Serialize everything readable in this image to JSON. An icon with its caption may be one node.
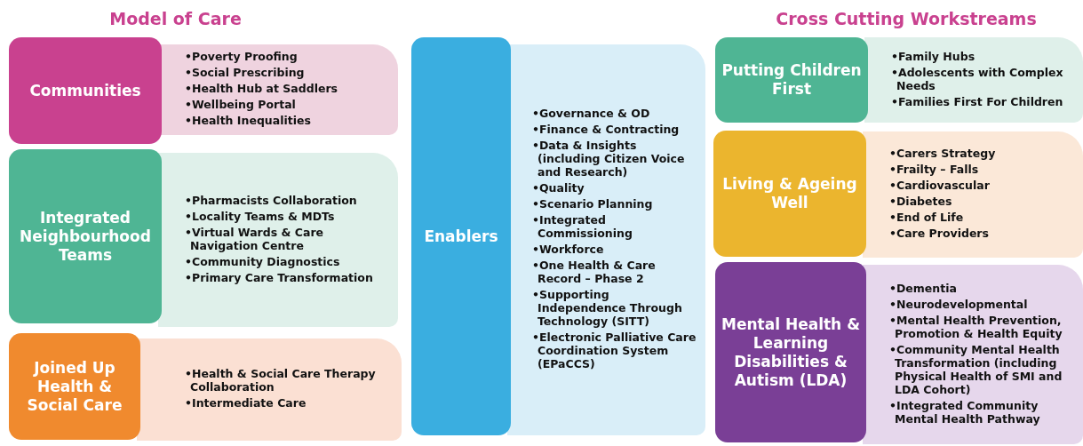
{
  "diagram": {
    "nodes": [
      {
        "text": [
          "Communities"
        ]
      },
      {
        "text": [
          "•Poverty Proofing",
          "•Social Prescribing",
          "•Health Hub at Saddlers",
          "•Wellbeing Portal",
          "•Health Inequalities"
        ]
      },
      {
        "text": [
          "Integrated Neighbourhood Teams"
        ]
      },
      {
        "text": [
          "•Pharmacists Collaboration",
          "•Locality Teams & MDTs",
          "•Virtual Wards & Care Navigation Centre",
          "•Community Diagnostics",
          "•Primary Care Transformation"
        ]
      },
      {
        "text": [
          "Joined Up Health & Social Care"
        ]
      },
      {
        "text": [
          "•Health & Social Care Therapy Collaboration",
          "•Intermediate Care"
        ]
      },
      {
        "text": [
          "Enablers"
        ]
      },
      {
        "text": [
          "•Governance & OD",
          "•Finance & Contracting",
          "•Data & Insights (including Citizen Voice and Research)",
          "•Quality",
          "•Scenario Planning",
          "•Integrated Commissioning",
          "•Workforce",
          "•One Health & Care Record – Phase 2",
          "•Supporting Independence Through Technology (SITT)",
          "•Electronic Palliative Care Coordination System (EPaCCS)"
        ]
      },
      {
        "text": [
          "Putting Children First"
        ]
      },
      {
        "text": [
          "•Family Hubs",
          "•Adolescents with Complex Needs",
          "•Families First For Children"
        ]
      },
      {
        "text": [
          "Living & Ageing Well"
        ]
      },
      {
        "text": [
          "•Carers Strategy",
          "•Frailty – Falls",
          "•Cardiovascular",
          "•Diabetes",
          "•End of Life",
          "•Care Providers"
        ]
      },
      {
        "text": [
          "Mental Health & Learning Disabilities & Autism (LDA)"
        ]
      },
      {
        "text": [
          "•Dementia",
          "•Neurodevelopmental",
          "•Mental Health Prevention, Promotion & Health Equity",
          "•Community Mental Health Transformation (including Physical Health of SMI and LDA Cohort)",
          "•Integrated Community Mental Health Pathway"
        ]
      }
    ],
    "edges": [],
    "labels": [
      "Model of Care",
      "Cross Cutting Workstreams"
    ]
  }
}
